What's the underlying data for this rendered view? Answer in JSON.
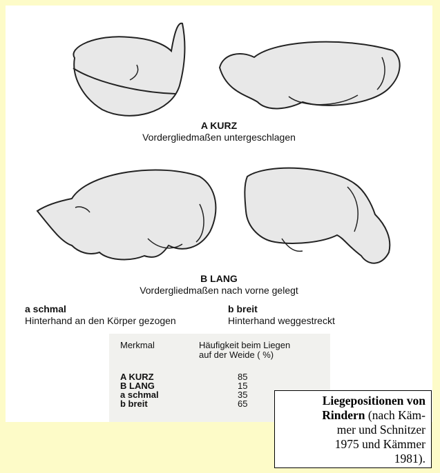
{
  "figure_a": {
    "heading": "A KURZ",
    "subtitle": "Vordergliedmaßen untergeschlagen"
  },
  "figure_b": {
    "heading": "B LANG",
    "subtitle": "Vordergliedmaßen nach vorne gelegt"
  },
  "variants": {
    "a": {
      "heading": "a schmal",
      "text": "Hinterhand an den Körper gezogen"
    },
    "b": {
      "heading": "b breit",
      "text": "Hinterhand weggestreckt"
    }
  },
  "table": {
    "col1_header": "Merkmal",
    "col2_header_line1": "Häufigkeit beim Liegen",
    "col2_header_line2": "auf der Weide ( %)",
    "rows": [
      {
        "label": "A KURZ",
        "value": "85"
      },
      {
        "label": "B LANG",
        "value": "15"
      },
      {
        "label": "a schmal",
        "value": "35"
      },
      {
        "label": "b breit",
        "value": "65"
      }
    ]
  },
  "caption": {
    "title_line1": "Liegepositionen von",
    "title_line2_bold": "Rindern",
    "title_line2_rest": " (nach Käm-",
    "line3": "mer und Schnitzer",
    "line4": "1975 und Kämmer",
    "line5": "1981)."
  }
}
